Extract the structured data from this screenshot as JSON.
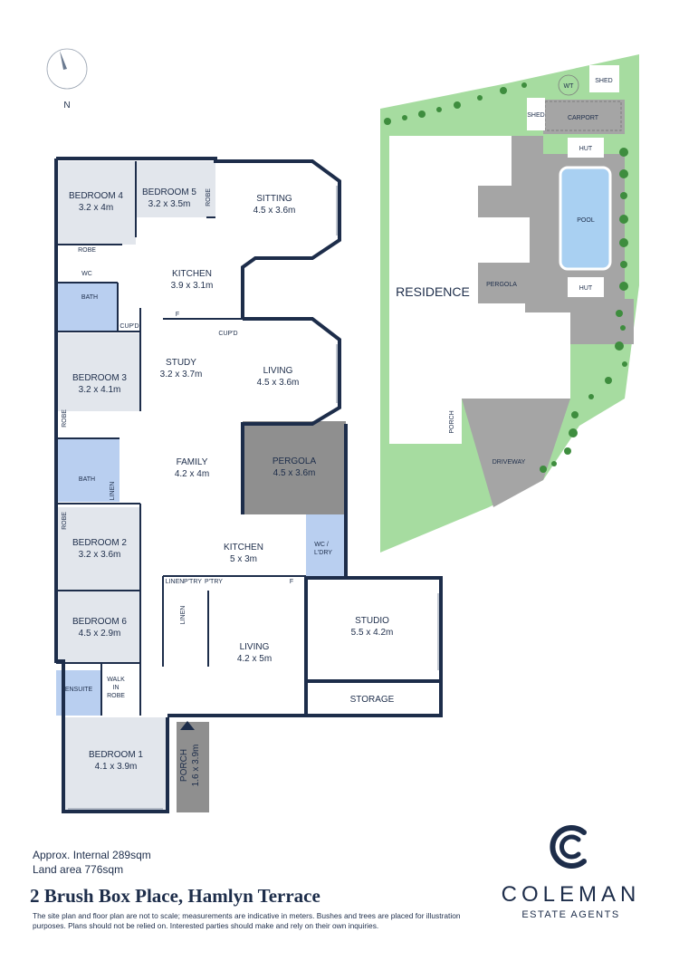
{
  "compass": {
    "north_label": "N"
  },
  "rooms": {
    "bedroom4": {
      "name": "BEDROOM 4",
      "dim": "3.2 x 4m"
    },
    "bedroom5": {
      "name": "BEDROOM 5",
      "dim": "3.2 x 3.5m"
    },
    "sitting": {
      "name": "SITTING",
      "dim": "4.5 x 3.6m"
    },
    "kitchen1": {
      "name": "KITCHEN",
      "dim": "3.9 x 3.1m"
    },
    "study": {
      "name": "STUDY",
      "dim": "3.2 x 3.7m"
    },
    "living1": {
      "name": "LIVING",
      "dim": "4.5 x 3.6m"
    },
    "bedroom3": {
      "name": "BEDROOM 3",
      "dim": "3.2 x 4.1m"
    },
    "family": {
      "name": "FAMILY",
      "dim": "4.2 x 4m"
    },
    "pergola": {
      "name": "PERGOLA",
      "dim": "4.5 x 3.6m"
    },
    "bedroom2": {
      "name": "BEDROOM 2",
      "dim": "3.2 x 3.6m"
    },
    "kitchen2": {
      "name": "KITCHEN",
      "dim": "5 x 3m"
    },
    "wc_ldry": {
      "name": "WC /",
      "name2": "L'DRY"
    },
    "bedroom6": {
      "name": "BEDROOM 6",
      "dim": "4.5 x 2.9m"
    },
    "studio": {
      "name": "STUDIO",
      "dim": "5.5 x 4.2m"
    },
    "living2": {
      "name": "LIVING",
      "dim": "4.2 x 5m"
    },
    "storage": {
      "name": "STORAGE"
    },
    "bedroom1": {
      "name": "BEDROOM 1",
      "dim": "4.1 x 3.9m"
    },
    "porch": {
      "name": "PORCH",
      "dim": "1.6 x 3.9m"
    }
  },
  "small_labels": {
    "robe": "ROBE",
    "wc": "WC",
    "bath": "BATH",
    "cupd": "CUP'D",
    "f": "F",
    "linen": "LINEN",
    "ptry": "P'TRY",
    "ensuite": "ENSUITE",
    "walk": "WALK",
    "in": "IN",
    "robe2": "ROBE"
  },
  "site": {
    "residence": "RESIDENCE",
    "pergola": "PERGOLA",
    "pool": "POOL",
    "hut": "HUT",
    "carport": "CARPORT",
    "shed": "SHED",
    "wt": "WT",
    "porch": "PORCH",
    "driveway": "DRIVEWAY"
  },
  "footer": {
    "internal": "Approx. Internal 289sqm",
    "land": "Land area 776sqm",
    "address": "2 Brush Box Place, Hamlyn Terrace",
    "disclaimer": "The site plan and floor plan are not to scale; measurements are indicative in meters. Bushes and trees are placed for illustration purposes. Plans should not be relied on. Interested parties should make and rely on their own inquiries."
  },
  "brand": {
    "name": "COLEMAN",
    "sub": "ESTATE AGENTS"
  },
  "colors": {
    "wall": "#1d2d4a",
    "wet": "#b9cff0",
    "bedroom": "#e2e6ec",
    "pergola": "#8f8f8f",
    "grass": "#a6dca0",
    "paving": "#a5a5a5",
    "pool": "#a9d0f2",
    "brand": "#1d2d4a"
  }
}
